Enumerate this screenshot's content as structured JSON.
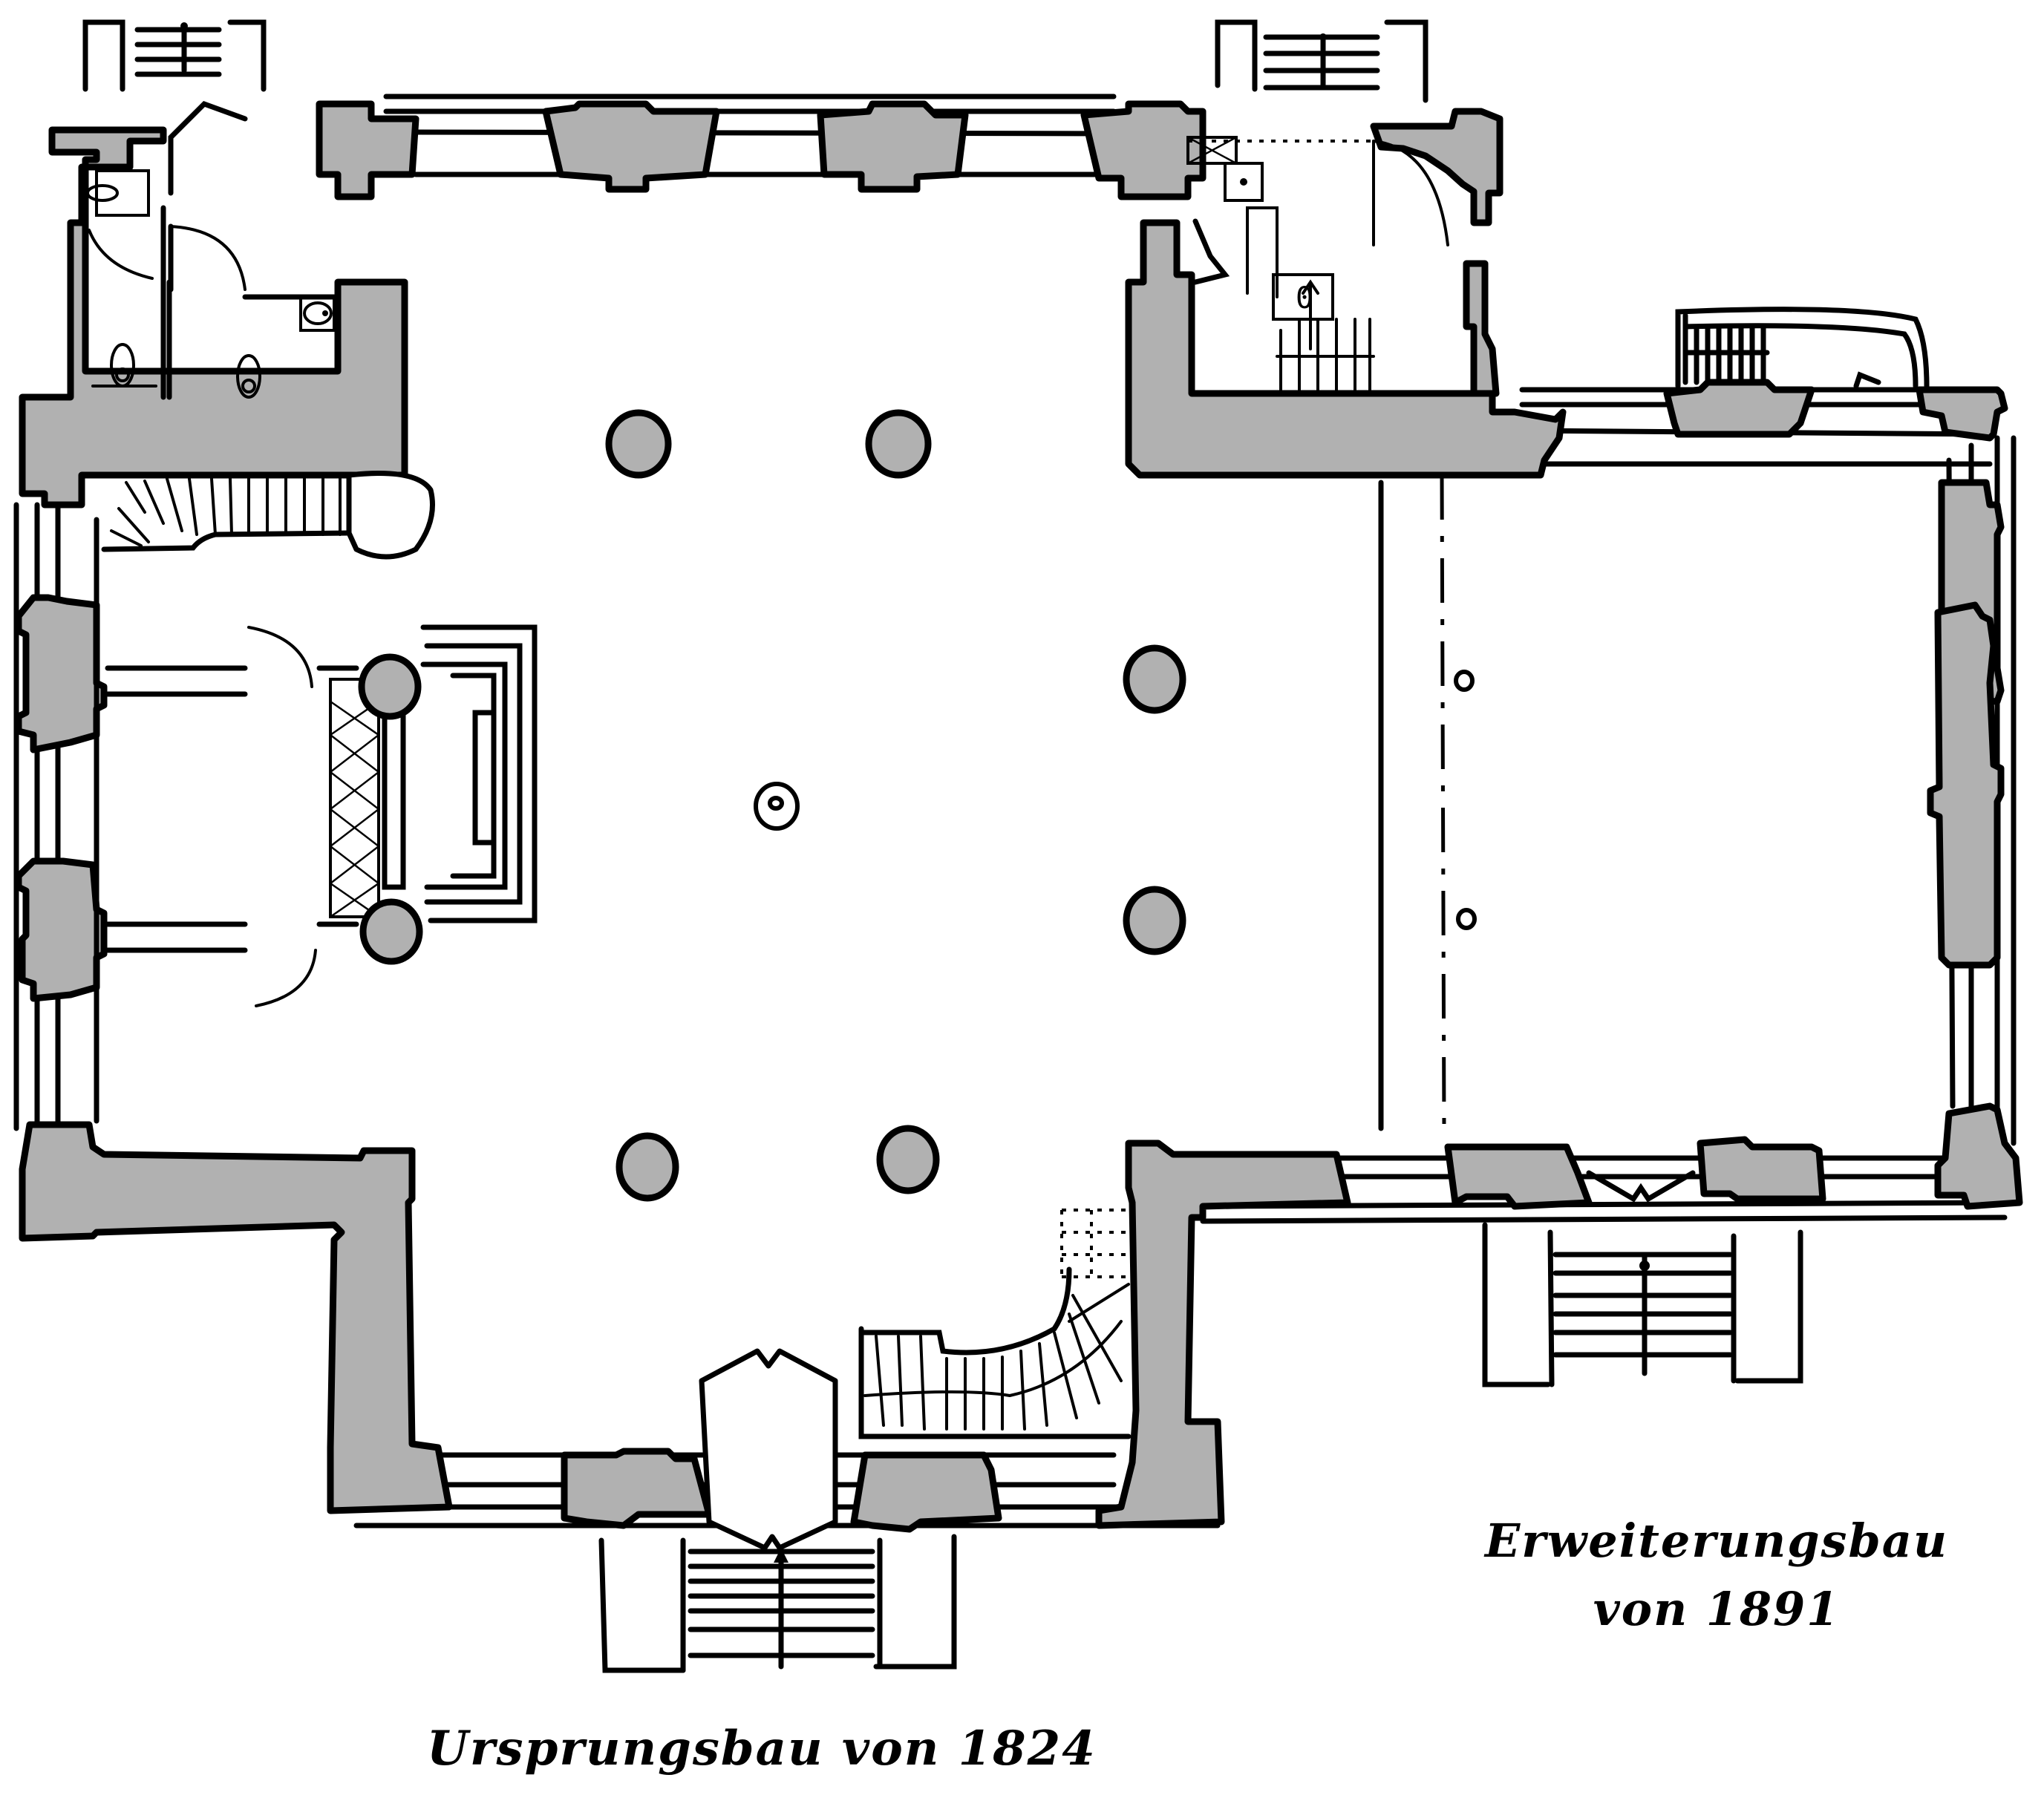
{
  "drawing": {
    "type": "architectural floor plan",
    "wall_fill_color": "#b1b1b1",
    "line_color": "#000000",
    "background_color": "#ffffff"
  },
  "labels": {
    "original_building": "Ursprungsbau von 1824",
    "extension_line1": "Erweiterungsbau",
    "extension_line2": "von 1891"
  },
  "elements": {
    "columns_main_hall": 6,
    "columns_at_podium": 2,
    "small_posts_extension": 2,
    "central_round_feature": 1,
    "toilets": 3,
    "wash_basins": 1,
    "exterior_stairs": 4,
    "interior_spiral_stairs": 2
  }
}
